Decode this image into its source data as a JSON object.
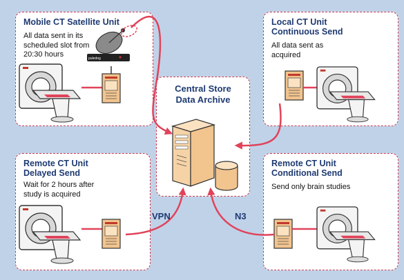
{
  "panels": {
    "mobile": {
      "title": "Mobile CT Satellite Unit",
      "desc": "All data sent in its\nscheduled slot from\n20:30 hours",
      "dish_label": "puledog"
    },
    "local": {
      "title": "Local CT Unit\nContinuous Send",
      "desc": "All data sent as\nacquired"
    },
    "delayed": {
      "title": "Remote CT Unit\nDelayed Send",
      "desc": "Wait for 2 hours after\nstudy is acquired"
    },
    "conditional": {
      "title": "Remote CT Unit\nConditional Send",
      "desc": "Send only brain studies"
    }
  },
  "central": {
    "title": "Central Store\nData Archive"
  },
  "links": {
    "vpn": "VPN",
    "n3": "N3"
  },
  "colors": {
    "background": "#c0d2e8",
    "title": "#1e3a72",
    "arrow": "#e0435a",
    "border": "#c43a52",
    "server": "#f2c48e"
  }
}
